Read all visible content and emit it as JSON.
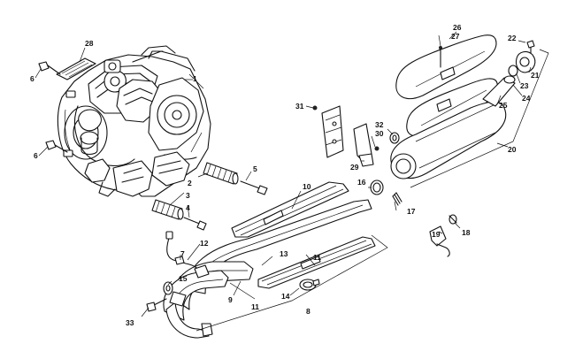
{
  "diagram": {
    "callouts": [
      {
        "id": "c1",
        "text": "1"
      },
      {
        "id": "c2",
        "text": "2"
      },
      {
        "id": "c3",
        "text": "3"
      },
      {
        "id": "c4",
        "text": "4"
      },
      {
        "id": "c5",
        "text": "5"
      },
      {
        "id": "c6a",
        "text": "6"
      },
      {
        "id": "c6b",
        "text": "6"
      },
      {
        "id": "c7",
        "text": "7"
      },
      {
        "id": "c8",
        "text": "8"
      },
      {
        "id": "c9",
        "text": "9"
      },
      {
        "id": "c10",
        "text": "10"
      },
      {
        "id": "c11a",
        "text": "11"
      },
      {
        "id": "c11b",
        "text": "11"
      },
      {
        "id": "c12",
        "text": "12"
      },
      {
        "id": "c13",
        "text": "13"
      },
      {
        "id": "c14",
        "text": "14"
      },
      {
        "id": "c15",
        "text": "15"
      },
      {
        "id": "c16",
        "text": "16"
      },
      {
        "id": "c17",
        "text": "17"
      },
      {
        "id": "c18",
        "text": "18"
      },
      {
        "id": "c19",
        "text": "19"
      },
      {
        "id": "c20",
        "text": "20"
      },
      {
        "id": "c21",
        "text": "21"
      },
      {
        "id": "c22",
        "text": "22"
      },
      {
        "id": "c23",
        "text": "23"
      },
      {
        "id": "c24",
        "text": "24"
      },
      {
        "id": "c25",
        "text": "25"
      },
      {
        "id": "c26",
        "text": "26"
      },
      {
        "id": "c27",
        "text": "27"
      },
      {
        "id": "c28",
        "text": "28"
      },
      {
        "id": "c29",
        "text": "29"
      },
      {
        "id": "c30",
        "text": "30"
      },
      {
        "id": "c31",
        "text": "31"
      },
      {
        "id": "c32",
        "text": "32"
      },
      {
        "id": "c33",
        "text": "33"
      }
    ]
  }
}
